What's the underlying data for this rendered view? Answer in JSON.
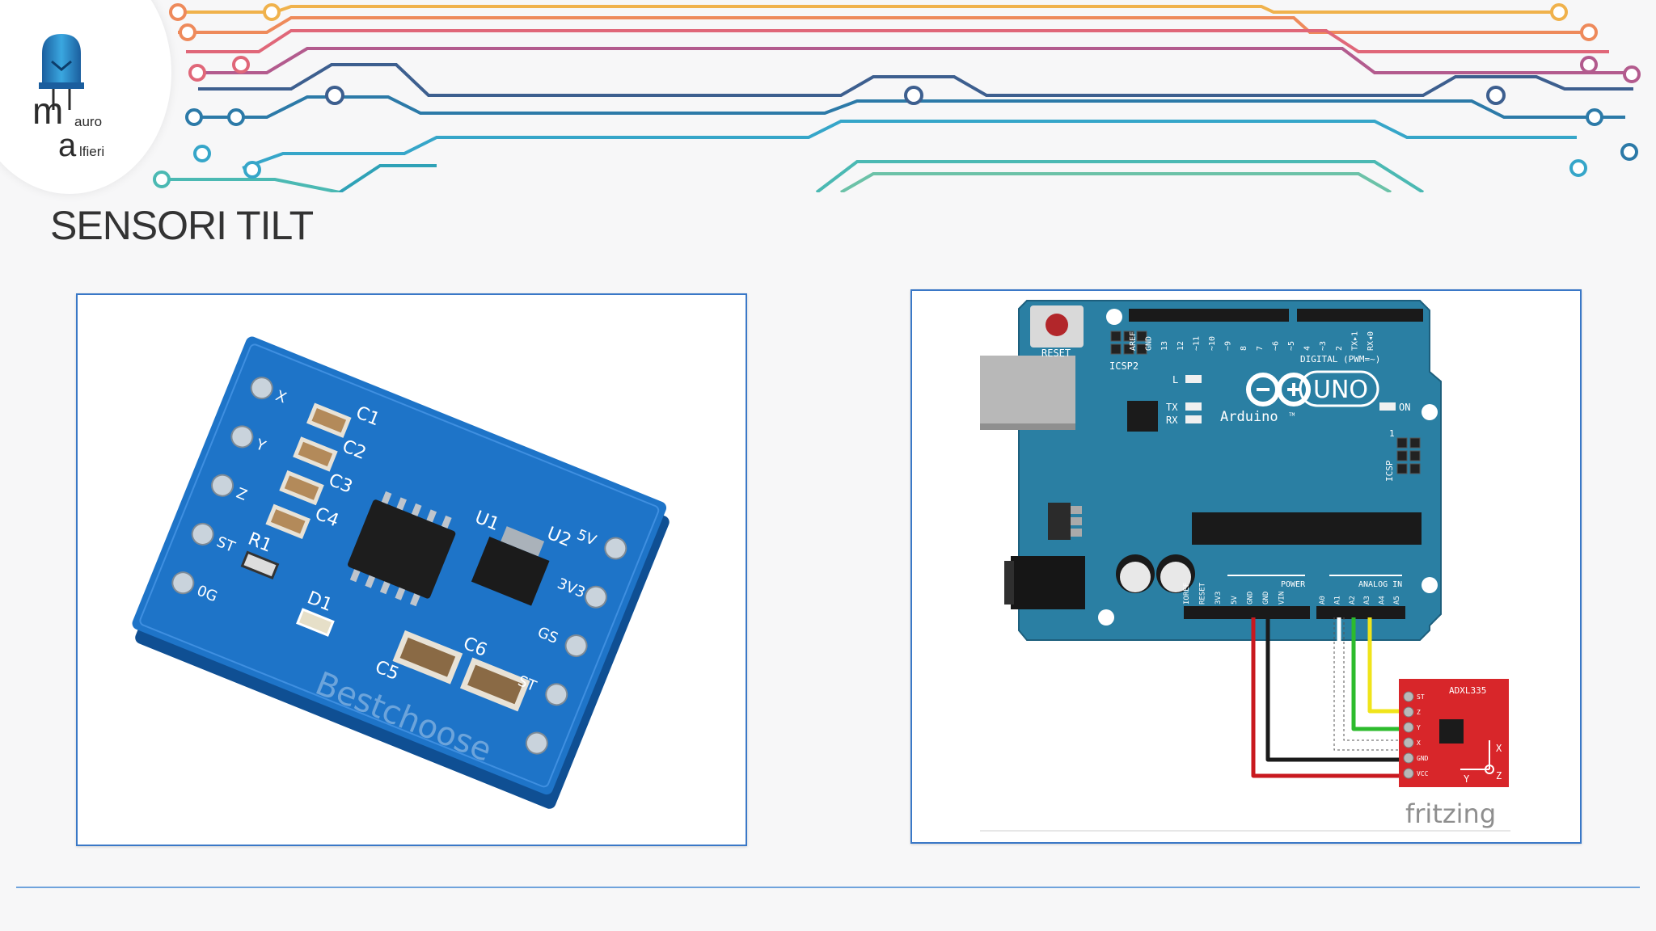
{
  "logo": {
    "m": "m",
    "auro": "auro",
    "a": "a",
    "lfieri": "lfieri"
  },
  "slide": {
    "title": "SENSORI TILT"
  },
  "module_photo": {
    "labels": [
      "C1",
      "C2",
      "C3",
      "C4",
      "R1",
      "D1",
      "U1",
      "U2",
      "C5",
      "C6"
    ],
    "pins_left": [
      "X",
      "Y",
      "Z",
      "ST",
      "0G"
    ],
    "pins_right": [
      "5V",
      "3V3",
      "GS",
      "ST"
    ],
    "watermark": "Bestchoose"
  },
  "wiring": {
    "reset": "RESET",
    "icsp2": "ICSP2",
    "icsp": "ICSP",
    "led_l": "L",
    "led_tx": "TX",
    "led_rx": "RX",
    "on": "ON",
    "uno": "UNO",
    "arduino": "Arduino",
    "tm": "TM",
    "digital": "DIGITAL (PWM=~)",
    "power": "POWER",
    "analog": "ANALOG IN",
    "digital_pins": [
      "AREF",
      "GND",
      "13",
      "12",
      "~11",
      "~10",
      "~9",
      "8",
      "7",
      "~6",
      "~5",
      "4",
      "~3",
      "2",
      "TX▸1",
      "RX◂0"
    ],
    "power_pins": [
      "IOREF",
      "RESET",
      "3V3",
      "5V",
      "GND",
      "GND",
      "VIN"
    ],
    "analog_pins": [
      "A0",
      "A1",
      "A2",
      "A3",
      "A4",
      "A5"
    ],
    "sensor_name": "ADXL335",
    "sensor_pins": [
      "ST",
      "Z",
      "Y",
      "X",
      "GND",
      "VCC"
    ],
    "axis_x": "X",
    "axis_y": "Y",
    "axis_z": "Z",
    "one": "1",
    "fritzing": "fritzing"
  },
  "colors": {
    "board": "#2a7fa3",
    "pcb": "#1e74c8",
    "sensor": "#d8262a",
    "panel_border": "#3a78c7"
  }
}
